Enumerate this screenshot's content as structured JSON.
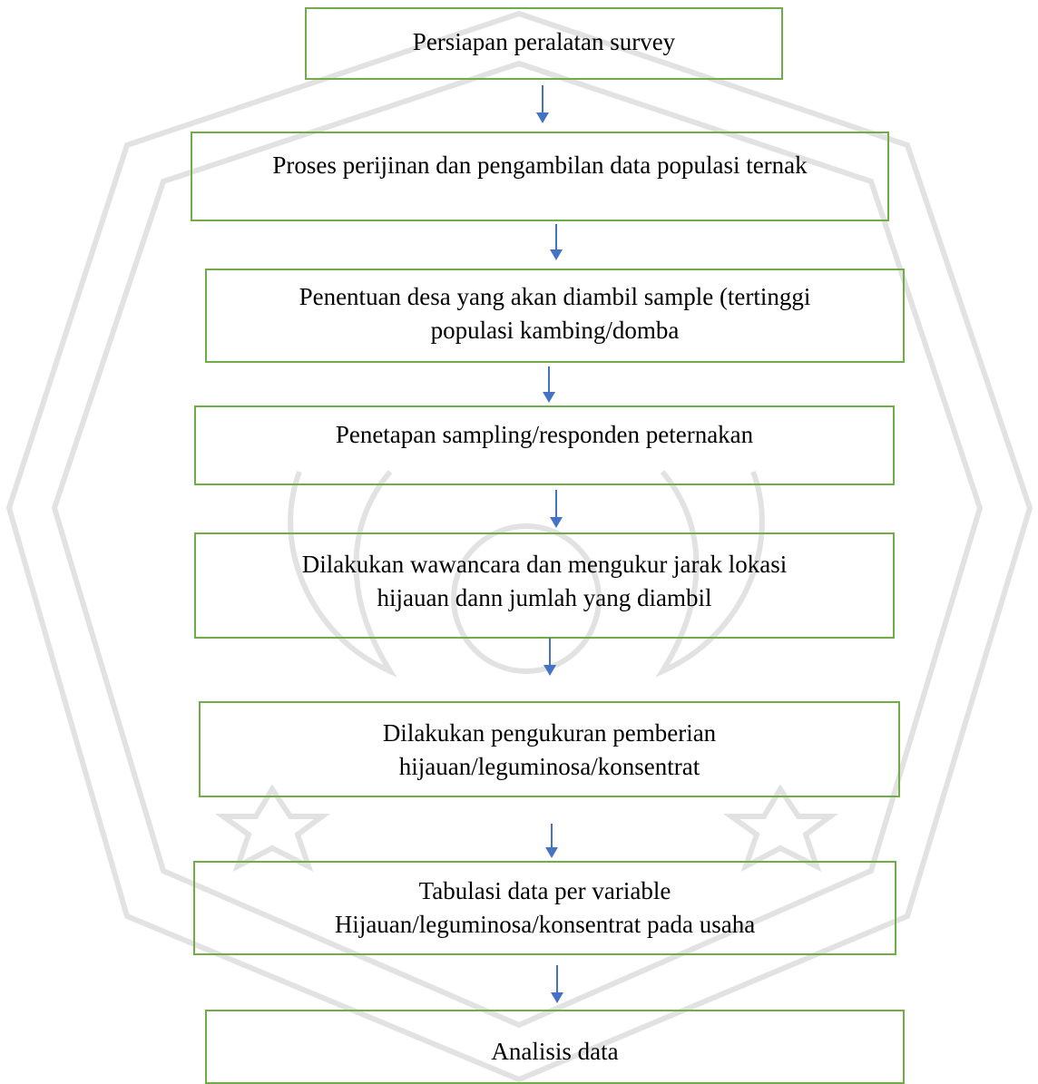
{
  "diagram": {
    "steps": [
      {
        "lines": [
          "Persiapan peralatan survey"
        ]
      },
      {
        "lines": [
          "Proses perijinan dan pengambilan data populasi ternak"
        ]
      },
      {
        "lines": [
          "Penentuan desa yang akan diambil sample (tertinggi",
          "populasi kambing/domba"
        ]
      },
      {
        "lines": [
          "Penetapan sampling/responden peternakan"
        ]
      },
      {
        "lines": [
          "Dilakukan wawancara dan mengukur jarak lokasi",
          "hijauan dann jumlah yang diambil"
        ]
      },
      {
        "lines": [
          "Dilakukan pengukuran pemberian",
          "hijauan/leguminosa/konsentrat"
        ]
      },
      {
        "lines": [
          "Tabulasi data per variable",
          "Hijauan/leguminosa/konsentrat pada usaha"
        ]
      },
      {
        "lines": [
          "Analisis data"
        ]
      }
    ],
    "colors": {
      "box_border": "#70ad47",
      "arrow": "#4472c4",
      "watermark": "#d9d9d9"
    }
  }
}
